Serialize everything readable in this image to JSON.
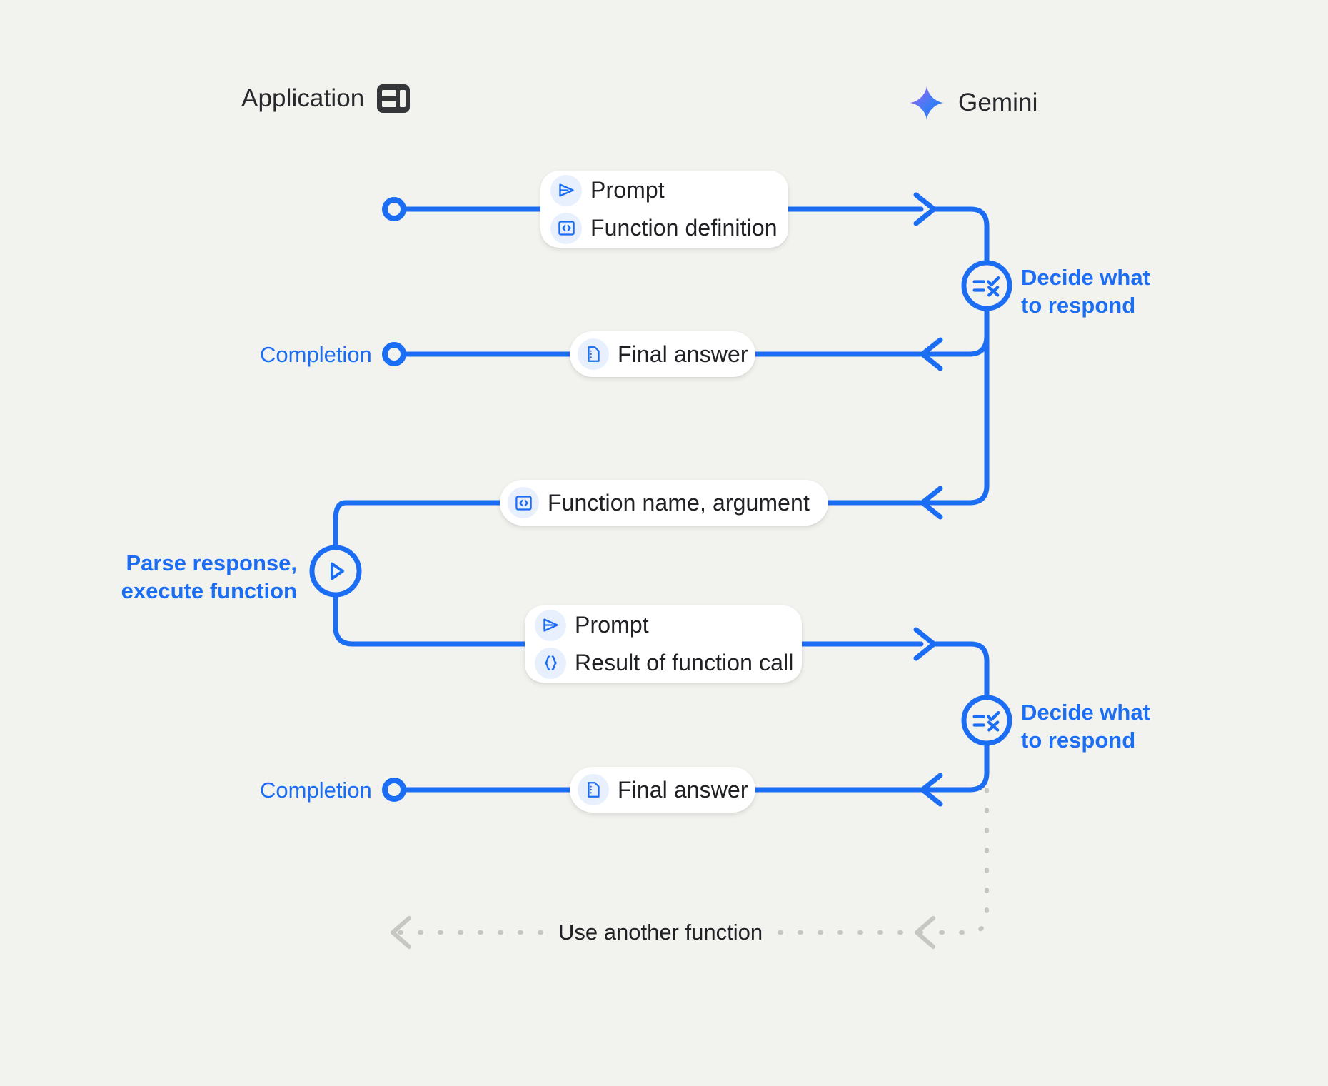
{
  "theme": {
    "background": "#f2f2ef",
    "accent_blue": "#1b6ef3",
    "lifeline_gray": "#c6c6c4",
    "text_dark": "#202124",
    "chip_bg": "#e8f0fe",
    "gemini_gradient_from": "#a855e0",
    "gemini_gradient_to": "#1b6ef3"
  },
  "lanes": {
    "application": {
      "label": "Application",
      "icon": "dashboard-icon"
    },
    "gemini": {
      "label": "Gemini",
      "icon": "gemini-sparkle-icon"
    }
  },
  "messages": {
    "request_one": {
      "rows": [
        {
          "icon": "send-icon",
          "label": "Prompt"
        },
        {
          "icon": "code-brackets-icon",
          "label": "Function definition"
        }
      ]
    },
    "final_answer_one": {
      "rows": [
        {
          "icon": "document-icon",
          "label": "Final answer"
        }
      ]
    },
    "function_call": {
      "rows": [
        {
          "icon": "code-brackets-icon",
          "label": "Function name,  argument"
        }
      ]
    },
    "request_two": {
      "rows": [
        {
          "icon": "send-icon",
          "label": "Prompt"
        },
        {
          "icon": "curly-braces-icon",
          "label": "Result of function call"
        }
      ]
    },
    "final_answer_two": {
      "rows": [
        {
          "icon": "document-icon",
          "label": "Final answer"
        }
      ]
    }
  },
  "annotations": {
    "decide_one": {
      "line1": "Decide what",
      "line2": "to respond",
      "icon": "rules-check-x-icon"
    },
    "decide_two": {
      "line1": "Decide what",
      "line2": "to respond",
      "icon": "rules-check-x-icon"
    },
    "parse": {
      "line1": "Parse response,",
      "line2": "execute function",
      "icon": "play-circle-icon"
    },
    "completion_one": {
      "label": "Completion"
    },
    "completion_two": {
      "label": "Completion"
    },
    "loop": {
      "label": "Use another function"
    }
  }
}
